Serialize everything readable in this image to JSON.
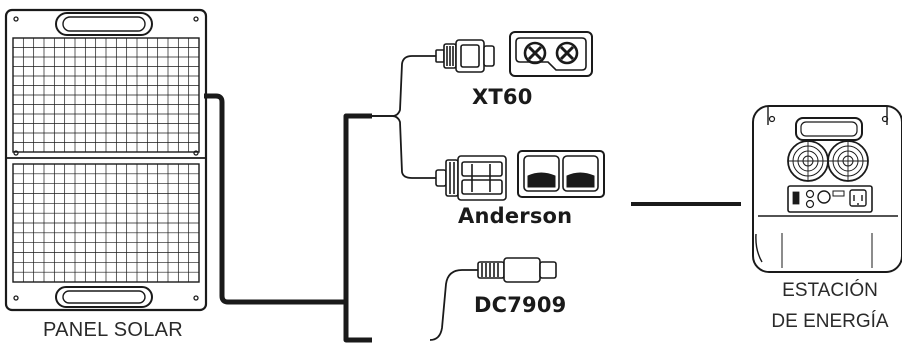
{
  "solar_panel": {
    "label": "PANEL SOLAR"
  },
  "connectors": [
    {
      "id": "xt60",
      "label": "XT60"
    },
    {
      "id": "anderson",
      "label": "Anderson"
    },
    {
      "id": "dc7909",
      "label": "DC7909"
    }
  ],
  "power_station": {
    "label_line1": "ESTACIÓN",
    "label_line2": "DE ENERGÍA"
  },
  "colors": {
    "cable": "#1a1a1a",
    "outline": "#1a1a1a",
    "panel_fill": "#ffffff"
  }
}
